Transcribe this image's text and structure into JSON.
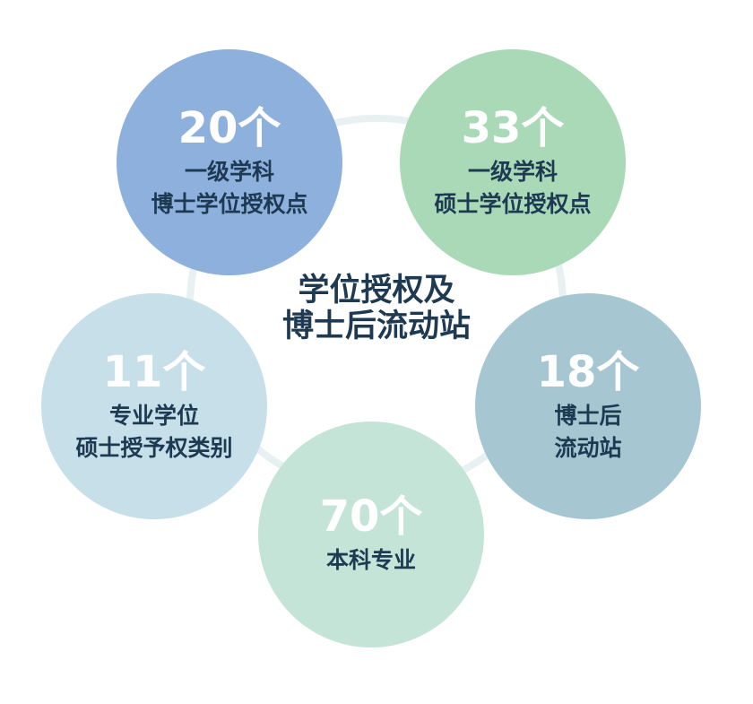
{
  "center": {
    "line1": "学位授权及",
    "line2": "博士后流动站"
  },
  "bubbles": [
    {
      "value": "20个",
      "line1": "一级学科",
      "line2": "博士学位授权点",
      "color": "#8db0dd"
    },
    {
      "value": "33个",
      "line1": "一级学科",
      "line2": "硕士学位授权点",
      "color": "#a9d9b6"
    },
    {
      "value": "18个",
      "line1": "博士后",
      "line2": "流动站",
      "color": "#a6c6d2"
    },
    {
      "value": "70个",
      "line1": "本科专业",
      "line2": "",
      "color": "#c4e4d8"
    },
    {
      "value": "11个",
      "line1": "专业学位",
      "line2": "硕士授予权类别",
      "color": "#c7dfe9"
    }
  ],
  "colors": {
    "title_text": "#1e3a52",
    "value_text": "#ffffff",
    "ring": "#e7f1f1"
  }
}
